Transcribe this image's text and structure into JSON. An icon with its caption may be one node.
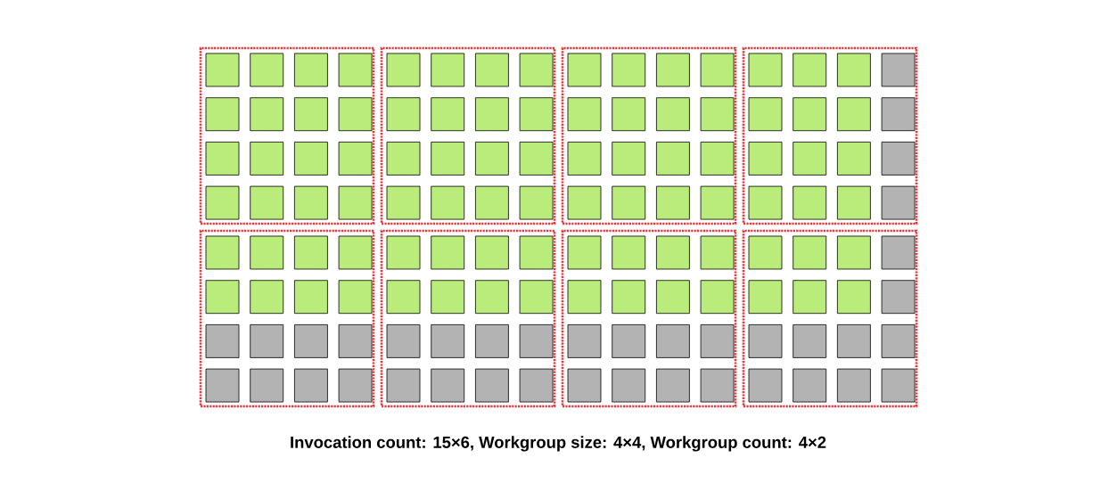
{
  "diagram": {
    "caption": "Invocation count: 15×6, Workgroup size: 4×4, Workgroup count: 4×2",
    "nodes": [
      {
        "text": [],
        "shape": "box"
      },
      {
        "text": [],
        "shape": "box"
      },
      {
        "text": [],
        "shape": "box"
      },
      {
        "text": [],
        "shape": "box"
      },
      {
        "text": [],
        "shape": "box"
      },
      {
        "text": [],
        "shape": "box"
      },
      {
        "text": [],
        "shape": "box"
      },
      {
        "text": [],
        "shape": "box"
      }
    ]
  }
}
